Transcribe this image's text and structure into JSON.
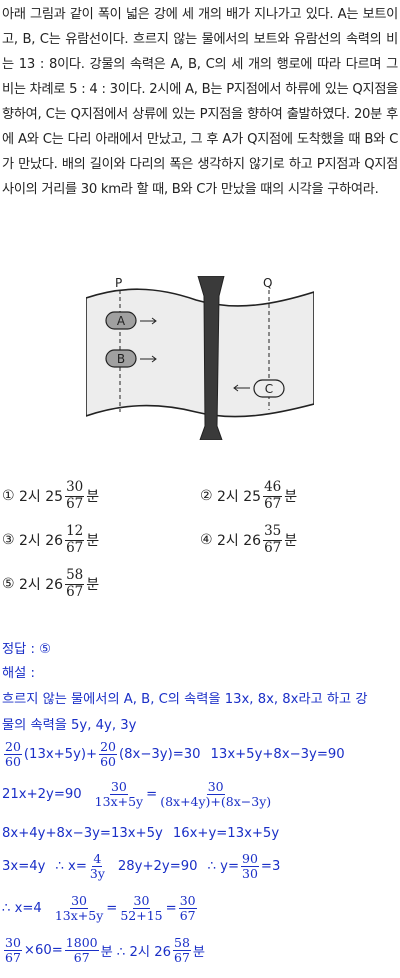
{
  "problem": {
    "lines": [
      "아래 그림과 같이 폭이 넓은 강에 세 개의 배가 지나가고 있다. A는 보트이고, B, C는 유람선이다. 흐르지 않는 물에서의 보트와 유람선의 속력의 비는 13 : 8이다. 강물의 속력은 A, B, C의 세 개의 행로에 따라 다르며 그 비는 차례로 5 : 4 : 3이다. 2시에 A, B는 P지점에서 하류에 있는 Q지점을 향하여, C는 Q지점에서 상류에 있는 P지점을 향하여 출발하였다. 20분 후에 A와 C는 다리 아래에서 만났고, 그 후 A가 Q지점에 도착했을 때 B와 C가 만났다. 배의 길이와 다리의 폭은 생각하지 않기로 하고 P지점과 Q지점 사이의 거리를 30 km라 할 때, B와 C가 만났을 때의 시각을 구하여라."
    ]
  },
  "diagram": {
    "label_p": "P",
    "label_q": "Q",
    "boat_a": "A",
    "boat_b": "B",
    "boat_c": "C"
  },
  "choices": [
    {
      "marker": "①",
      "prefix": "2시 25",
      "num": "30",
      "den": "67",
      "unit": "분"
    },
    {
      "marker": "②",
      "prefix": "2시 25",
      "num": "46",
      "den": "67",
      "unit": "분"
    },
    {
      "marker": "③",
      "prefix": "2시 26",
      "num": "12",
      "den": "67",
      "unit": "분"
    },
    {
      "marker": "④",
      "prefix": "2시 26",
      "num": "35",
      "den": "67",
      "unit": "분"
    },
    {
      "marker": "⑤",
      "prefix": "2시 26",
      "num": "58",
      "den": "67",
      "unit": "분"
    }
  ],
  "solution": {
    "answer": "정답 : ⑤",
    "heading": "해설 :",
    "line1": "흐르지 않는 물에서의 A, B, C의 속력을 13x, 8x, 8x라고 하고 강",
    "line2": "물의 속력을 5y, 4y, 3y",
    "eq1_f1": [
      "20",
      "60"
    ],
    "eq1_t1": "(13x+5y)+",
    "eq1_f2": [
      "20",
      "60"
    ],
    "eq1_t2": "(8x−3y)=30",
    "eq1_t3": "13x+5y+8x−3y=90",
    "eq2_t1": "21x+2y=90",
    "eq2_f1": [
      "30",
      "13x+5y"
    ],
    "eq2_eq": "=",
    "eq2_f2": [
      "30",
      "(8x+4y)+(8x−3y)"
    ],
    "eq3_t1": "8x+4y+8x−3y=13x+5y",
    "eq3_t2": "16x+y=13x+5y",
    "eq4_t1": "3x=4y",
    "eq4_t2": "∴ x=",
    "eq4_f1": [
      "4",
      "3y"
    ],
    "eq4_t3": "28y+2y=90",
    "eq4_t4": "∴ y=",
    "eq4_f2": [
      "90",
      "30"
    ],
    "eq4_t5": "=3",
    "eq5_t1": "∴ x=4",
    "eq5_f1": [
      "30",
      "13x+5y"
    ],
    "eq5_t2": "=",
    "eq5_f2": [
      "30",
      "52+15"
    ],
    "eq5_t3": "=",
    "eq5_f3": [
      "30",
      "67"
    ],
    "eq6_f1": [
      "30",
      "67"
    ],
    "eq6_t1": "×60=",
    "eq6_f2": [
      "1800",
      "67"
    ],
    "eq6_t2": "분 ∴ 2시 26",
    "eq6_f3": [
      "58",
      "67"
    ],
    "eq6_t3": "분"
  }
}
